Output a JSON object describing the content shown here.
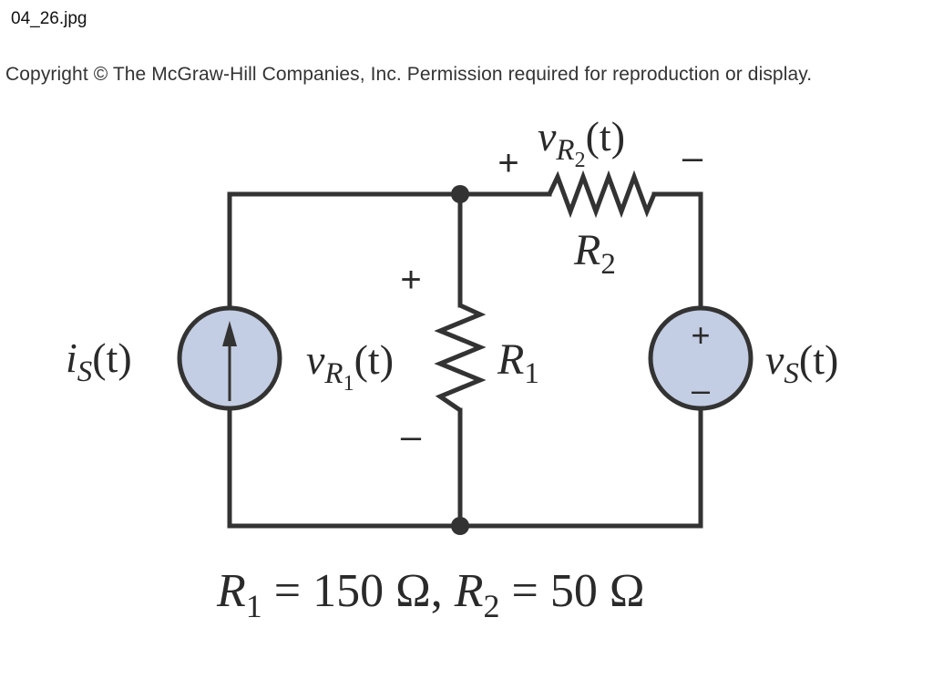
{
  "header": {
    "filename": "04_26.jpg",
    "copyright": "Copyright © The McGraw-Hill Companies, Inc. Permission required for reproduction or display."
  },
  "circuit": {
    "current_source": {
      "label_var": "i",
      "label_sub": "S",
      "label_arg": "(t)"
    },
    "resistor_r1": {
      "name": "R",
      "sub": "1",
      "voltage_var": "v",
      "voltage_sub": "R",
      "voltage_subsub": "1",
      "voltage_arg": "(t)",
      "plus": "+",
      "minus": "–"
    },
    "resistor_r2": {
      "name": "R",
      "sub": "2",
      "voltage_var": "v",
      "voltage_sub": "R",
      "voltage_subsub": "2",
      "voltage_arg": "(t)",
      "plus": "+",
      "minus": "–"
    },
    "voltage_source": {
      "label_var": "v",
      "label_sub": "S",
      "label_arg": "(t)",
      "plus": "+",
      "minus": "–"
    },
    "values_caption": {
      "r1_name": "R",
      "r1_sub": "1",
      "r1_value": " = 150 Ω, ",
      "r2_name": "R",
      "r2_sub": "2",
      "r2_value": " = 50 Ω"
    },
    "colors": {
      "wire": "#333333",
      "source_fill": "#c3cde3"
    }
  }
}
